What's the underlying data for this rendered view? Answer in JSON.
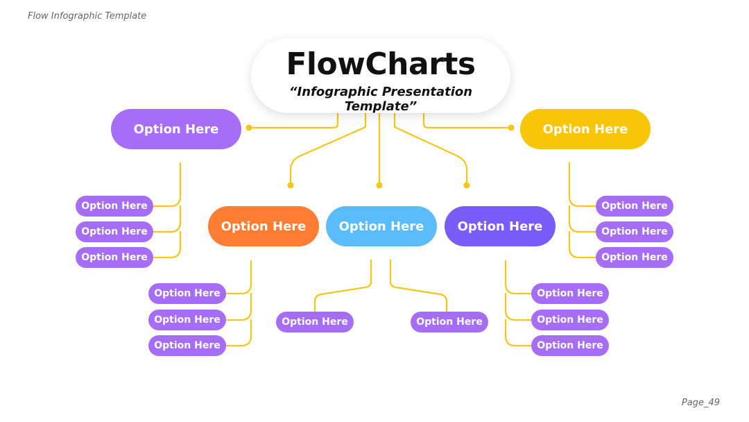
{
  "header": {
    "title": "Flow Infographic Template"
  },
  "footer": {
    "page": "Page_49"
  },
  "center": {
    "title": "FlowCharts",
    "subtitle": "“Infographic Presentation Template”"
  },
  "colors": {
    "connector": "#f5c518",
    "purple": "#a66ef8",
    "yellow": "#f9c607",
    "orange": "#ff7d33",
    "sky": "#5bbcfc",
    "violet": "#7a5cfa"
  },
  "main_nodes": {
    "left": "Option Here",
    "right": "Option Here",
    "orange": "Option Here",
    "blue": "Option Here",
    "violet": "Option Here"
  },
  "sub_nodes": {
    "left": [
      "Option Here",
      "Option Here",
      "Option Here"
    ],
    "right": [
      "Option Here",
      "Option Here",
      "Option Here"
    ],
    "orange": [
      "Option Here",
      "Option Here",
      "Option Here"
    ],
    "blue": [
      "Option Here",
      "Option Here"
    ],
    "violet": [
      "Option Here",
      "Option Here",
      "Option Here"
    ]
  }
}
